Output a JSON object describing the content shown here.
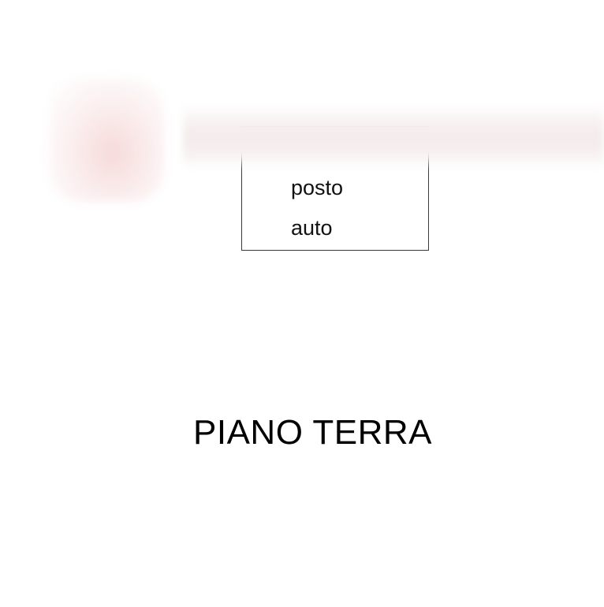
{
  "room": {
    "label_line1": "posto",
    "label_line2": "auto"
  },
  "floor": {
    "title": "PIANO TERRA"
  },
  "colors": {
    "background": "#ffffff",
    "line": "#3a3a3a",
    "text": "#000000",
    "blur_overlay": "#f4eaea"
  }
}
